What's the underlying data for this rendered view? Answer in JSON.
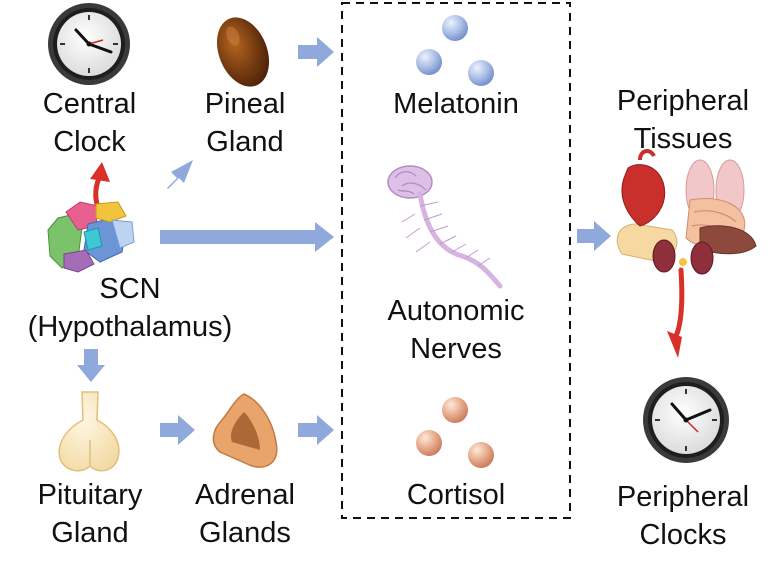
{
  "colors": {
    "arrow_blue": "#8fa9dc",
    "arrow_red": "#d9302a",
    "dashed_box": "#111111",
    "melatonin_sphere": "#a9bde6",
    "cortisol_sphere": "#e7a98a"
  },
  "icons": [
    "central-clock-icon",
    "pineal-gland-icon",
    "scn-brain-icon",
    "pituitary-gland-icon",
    "adrenal-glands-icon",
    "melatonin-molecule-icon",
    "autonomic-nerves-icon",
    "cortisol-molecule-icon",
    "peripheral-tissues-icon",
    "peripheral-clock-icon"
  ],
  "labels": {
    "central_clock": [
      "Central",
      "Clock"
    ],
    "pineal_gland": [
      "Pineal",
      "Gland"
    ],
    "scn": [
      "SCN",
      "(Hypothalamus)"
    ],
    "pituitary_gland": [
      "Pituitary",
      "Gland"
    ],
    "adrenal_glands": [
      "Adrenal",
      "Glands"
    ],
    "melatonin": [
      "Melatonin"
    ],
    "autonomic_nerves": [
      "Autonomic",
      "Nerves"
    ],
    "cortisol": [
      "Cortisol"
    ],
    "peripheral_tissues": [
      "Peripheral",
      "Tissues"
    ],
    "peripheral_clocks": [
      "Peripheral",
      "Clocks"
    ]
  }
}
